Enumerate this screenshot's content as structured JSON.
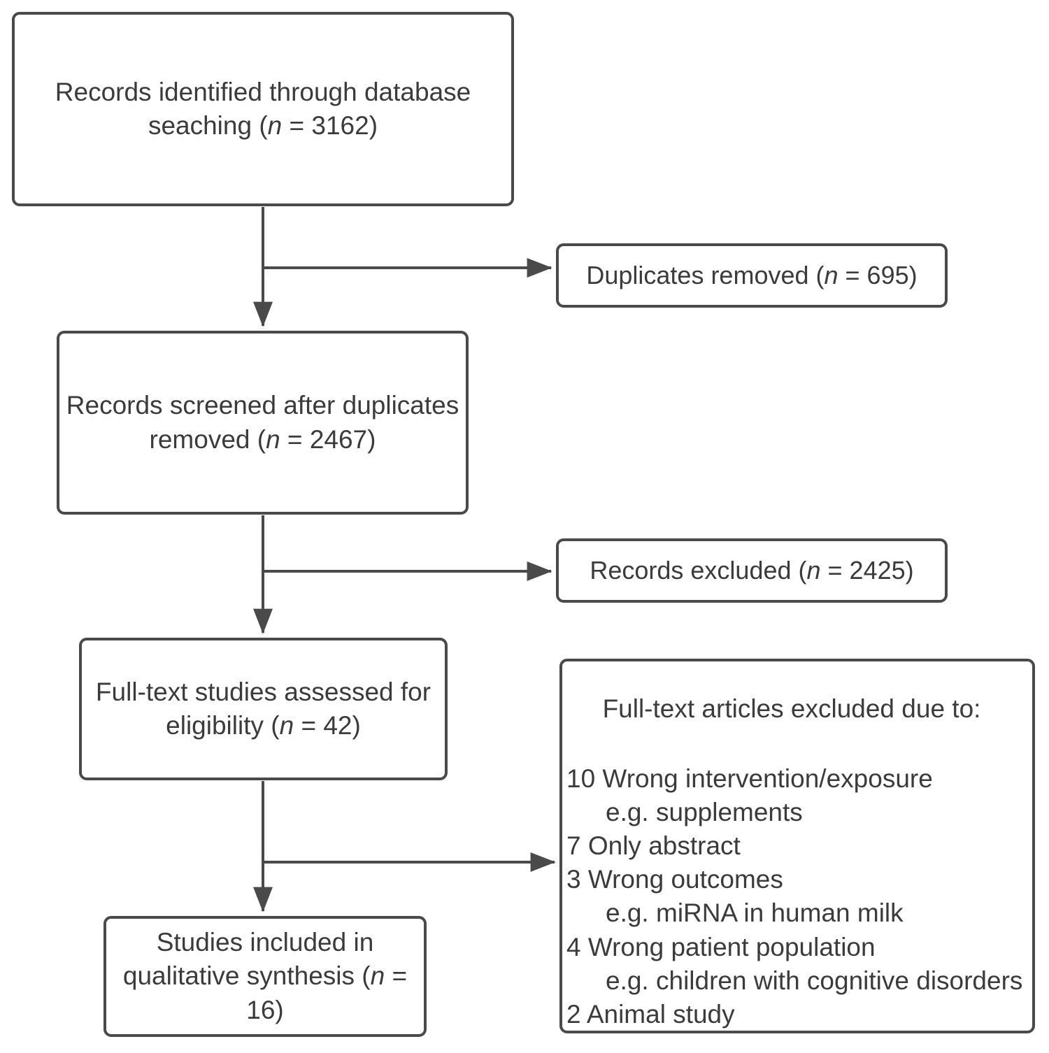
{
  "diagram": {
    "type": "prisma-flow-diagram",
    "stroke_color": "#4a4a4a",
    "text_color": "#3b3b3b",
    "background_color": "#ffffff",
    "nodes": {
      "identified": {
        "line1": "Records identified through database",
        "line2_pre": "seaching (",
        "line2_var": "n",
        "line2_post": " = 3162)",
        "count": 3162
      },
      "duplicates": {
        "pre": "Duplicates removed (",
        "var": "n",
        "post": " = 695)",
        "count": 695
      },
      "screened": {
        "line1": "Records screened after duplicates",
        "line2_pre": "removed (",
        "line2_var": "n",
        "line2_post": " = 2467)",
        "count": 2467
      },
      "excluded": {
        "pre": "Records excluded (",
        "var": "n",
        "post": " = 2425)",
        "count": 2425
      },
      "fulltext": {
        "line1": "Full-text studies assessed for",
        "line2_pre": "eligibility (",
        "line2_var": "n",
        "line2_post": " = 42)",
        "count": 42
      },
      "reasons": {
        "title": "Full-text articles excluded due to:",
        "items": [
          {
            "text": "10 Wrong intervention/exposure",
            "indent": false,
            "count": 10
          },
          {
            "text": "e.g. supplements",
            "indent": true
          },
          {
            "text": "7 Only abstract",
            "indent": false,
            "count": 7
          },
          {
            "text": "3 Wrong outcomes",
            "indent": false,
            "count": 3
          },
          {
            "text": "e.g. miRNA in human milk",
            "indent": true
          },
          {
            "text": "4 Wrong patient population",
            "indent": false,
            "count": 4
          },
          {
            "text": "e.g. children with cognitive disorders",
            "indent": true
          },
          {
            "text": "2 Animal study",
            "indent": false,
            "count": 2
          }
        ]
      },
      "included": {
        "line1": "Studies included in",
        "line2_pre": "qualitative synthesis (",
        "line2_var": "n",
        "line2_post": " = 16)",
        "count": 16
      }
    }
  }
}
